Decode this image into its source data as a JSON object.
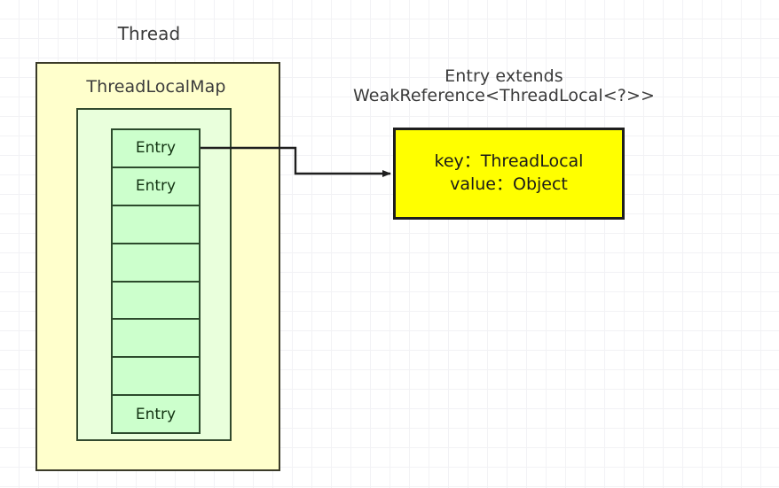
{
  "diagram": {
    "title": "ThreadLocal / ThreadLocalMap structure",
    "background": {
      "color": "#ffffff",
      "grid_minor": "#f2f2f5",
      "grid_major": "#e6e6ec",
      "grid_minor_size": 22,
      "grid_major_size": 110
    },
    "labels": {
      "thread": "Thread",
      "thread_local_map": "ThreadLocalMap",
      "entry_extends": "Entry extends\nWeakReference<ThreadLocal<?>>"
    },
    "thread_box": {
      "name": "Thread",
      "fill": "#ffffcc",
      "stroke": "#3a3a28"
    },
    "thread_local_map_box": {
      "name": "ThreadLocalMap",
      "fill": "#e9ffdc",
      "stroke": "#334a2e"
    },
    "entry_table": {
      "fill": "#ccffcc",
      "stroke": "#2c4a2c",
      "text_color": "#123312",
      "row_count": 8,
      "rows": [
        {
          "index": 0,
          "label": "Entry",
          "occupied": true
        },
        {
          "index": 1,
          "label": "Entry",
          "occupied": true
        },
        {
          "index": 2,
          "label": "",
          "occupied": false
        },
        {
          "index": 3,
          "label": "",
          "occupied": false
        },
        {
          "index": 4,
          "label": "",
          "occupied": false
        },
        {
          "index": 5,
          "label": "",
          "occupied": false
        },
        {
          "index": 6,
          "label": "",
          "occupied": false
        },
        {
          "index": 7,
          "label": "Entry",
          "occupied": true
        }
      ]
    },
    "entry_detail_box": {
      "fill": "#ffff00",
      "stroke": "#1e1e1e",
      "text": "key：ThreadLocal\nvalue：Object",
      "key_line": "key：ThreadLocal",
      "value_line": "value：Object"
    },
    "connector": {
      "from": "entry-row-0",
      "to": "entry-detail-box",
      "style": "orthogonal-step-arrow",
      "stroke": "#1e1e1e"
    }
  }
}
